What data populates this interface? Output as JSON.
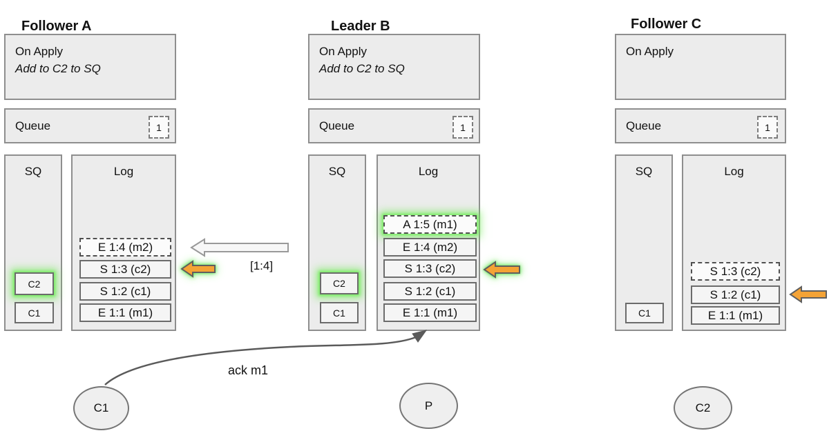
{
  "nodes": [
    {
      "title": "Follower A",
      "on_apply_title": "On Apply",
      "on_apply_rule": "Add to C2 to SQ",
      "queue_label": "Queue",
      "queue_count": "1",
      "sq_title": "SQ",
      "sq_items": [
        {
          "label": "C2",
          "highlighted": true
        },
        {
          "label": "C1",
          "highlighted": false
        }
      ],
      "log_title": "Log",
      "log_entries": [
        {
          "label": "E 1:4 (m2)",
          "dashed": true
        },
        {
          "label": "S 1:3 (c2)",
          "dashed": false
        },
        {
          "label": "S 1:2 (c1)",
          "dashed": false
        },
        {
          "label": "E 1:1 (m1)",
          "dashed": false
        }
      ]
    },
    {
      "title": "Leader B",
      "on_apply_title": "On Apply",
      "on_apply_rule": "Add to C2 to SQ",
      "queue_label": "Queue",
      "queue_count": "1",
      "sq_title": "SQ",
      "sq_items": [
        {
          "label": "C2",
          "highlighted": true
        },
        {
          "label": "C1",
          "highlighted": false
        }
      ],
      "log_title": "Log",
      "log_entries": [
        {
          "label": "A 1:5 (m1)",
          "dashed": true,
          "highlighted": true
        },
        {
          "label": "E 1:4 (m2)",
          "dashed": false
        },
        {
          "label": "S 1:3 (c2)",
          "dashed": false
        },
        {
          "label": "S 1:2 (c1)",
          "dashed": false
        },
        {
          "label": "E 1:1 (m1)",
          "dashed": false
        }
      ]
    },
    {
      "title": "Follower C",
      "on_apply_title": "On Apply",
      "on_apply_rule": "",
      "queue_label": "Queue",
      "queue_count": "1",
      "sq_title": "SQ",
      "sq_items": [
        {
          "label": "C1",
          "highlighted": false
        }
      ],
      "log_title": "Log",
      "log_entries": [
        {
          "label": "S 1:3 (c2)",
          "dashed": true
        },
        {
          "label": "S 1:2 (c1)",
          "dashed": false
        },
        {
          "label": "E 1:1 (m1)",
          "dashed": false
        }
      ]
    }
  ],
  "arrows": {
    "replicate_label": "[1:4]",
    "ack_label": "ack m1"
  },
  "actors": [
    {
      "label": "C1"
    },
    {
      "label": "P"
    },
    {
      "label": "C2"
    }
  ],
  "colors": {
    "arrow_orange": "#f4a336",
    "highlight_glow": "#6ae94d",
    "box_fill": "#ececec",
    "entry_fill": "#f5f5f5",
    "border_gray": "#8e8e8e",
    "text": "#111111"
  }
}
